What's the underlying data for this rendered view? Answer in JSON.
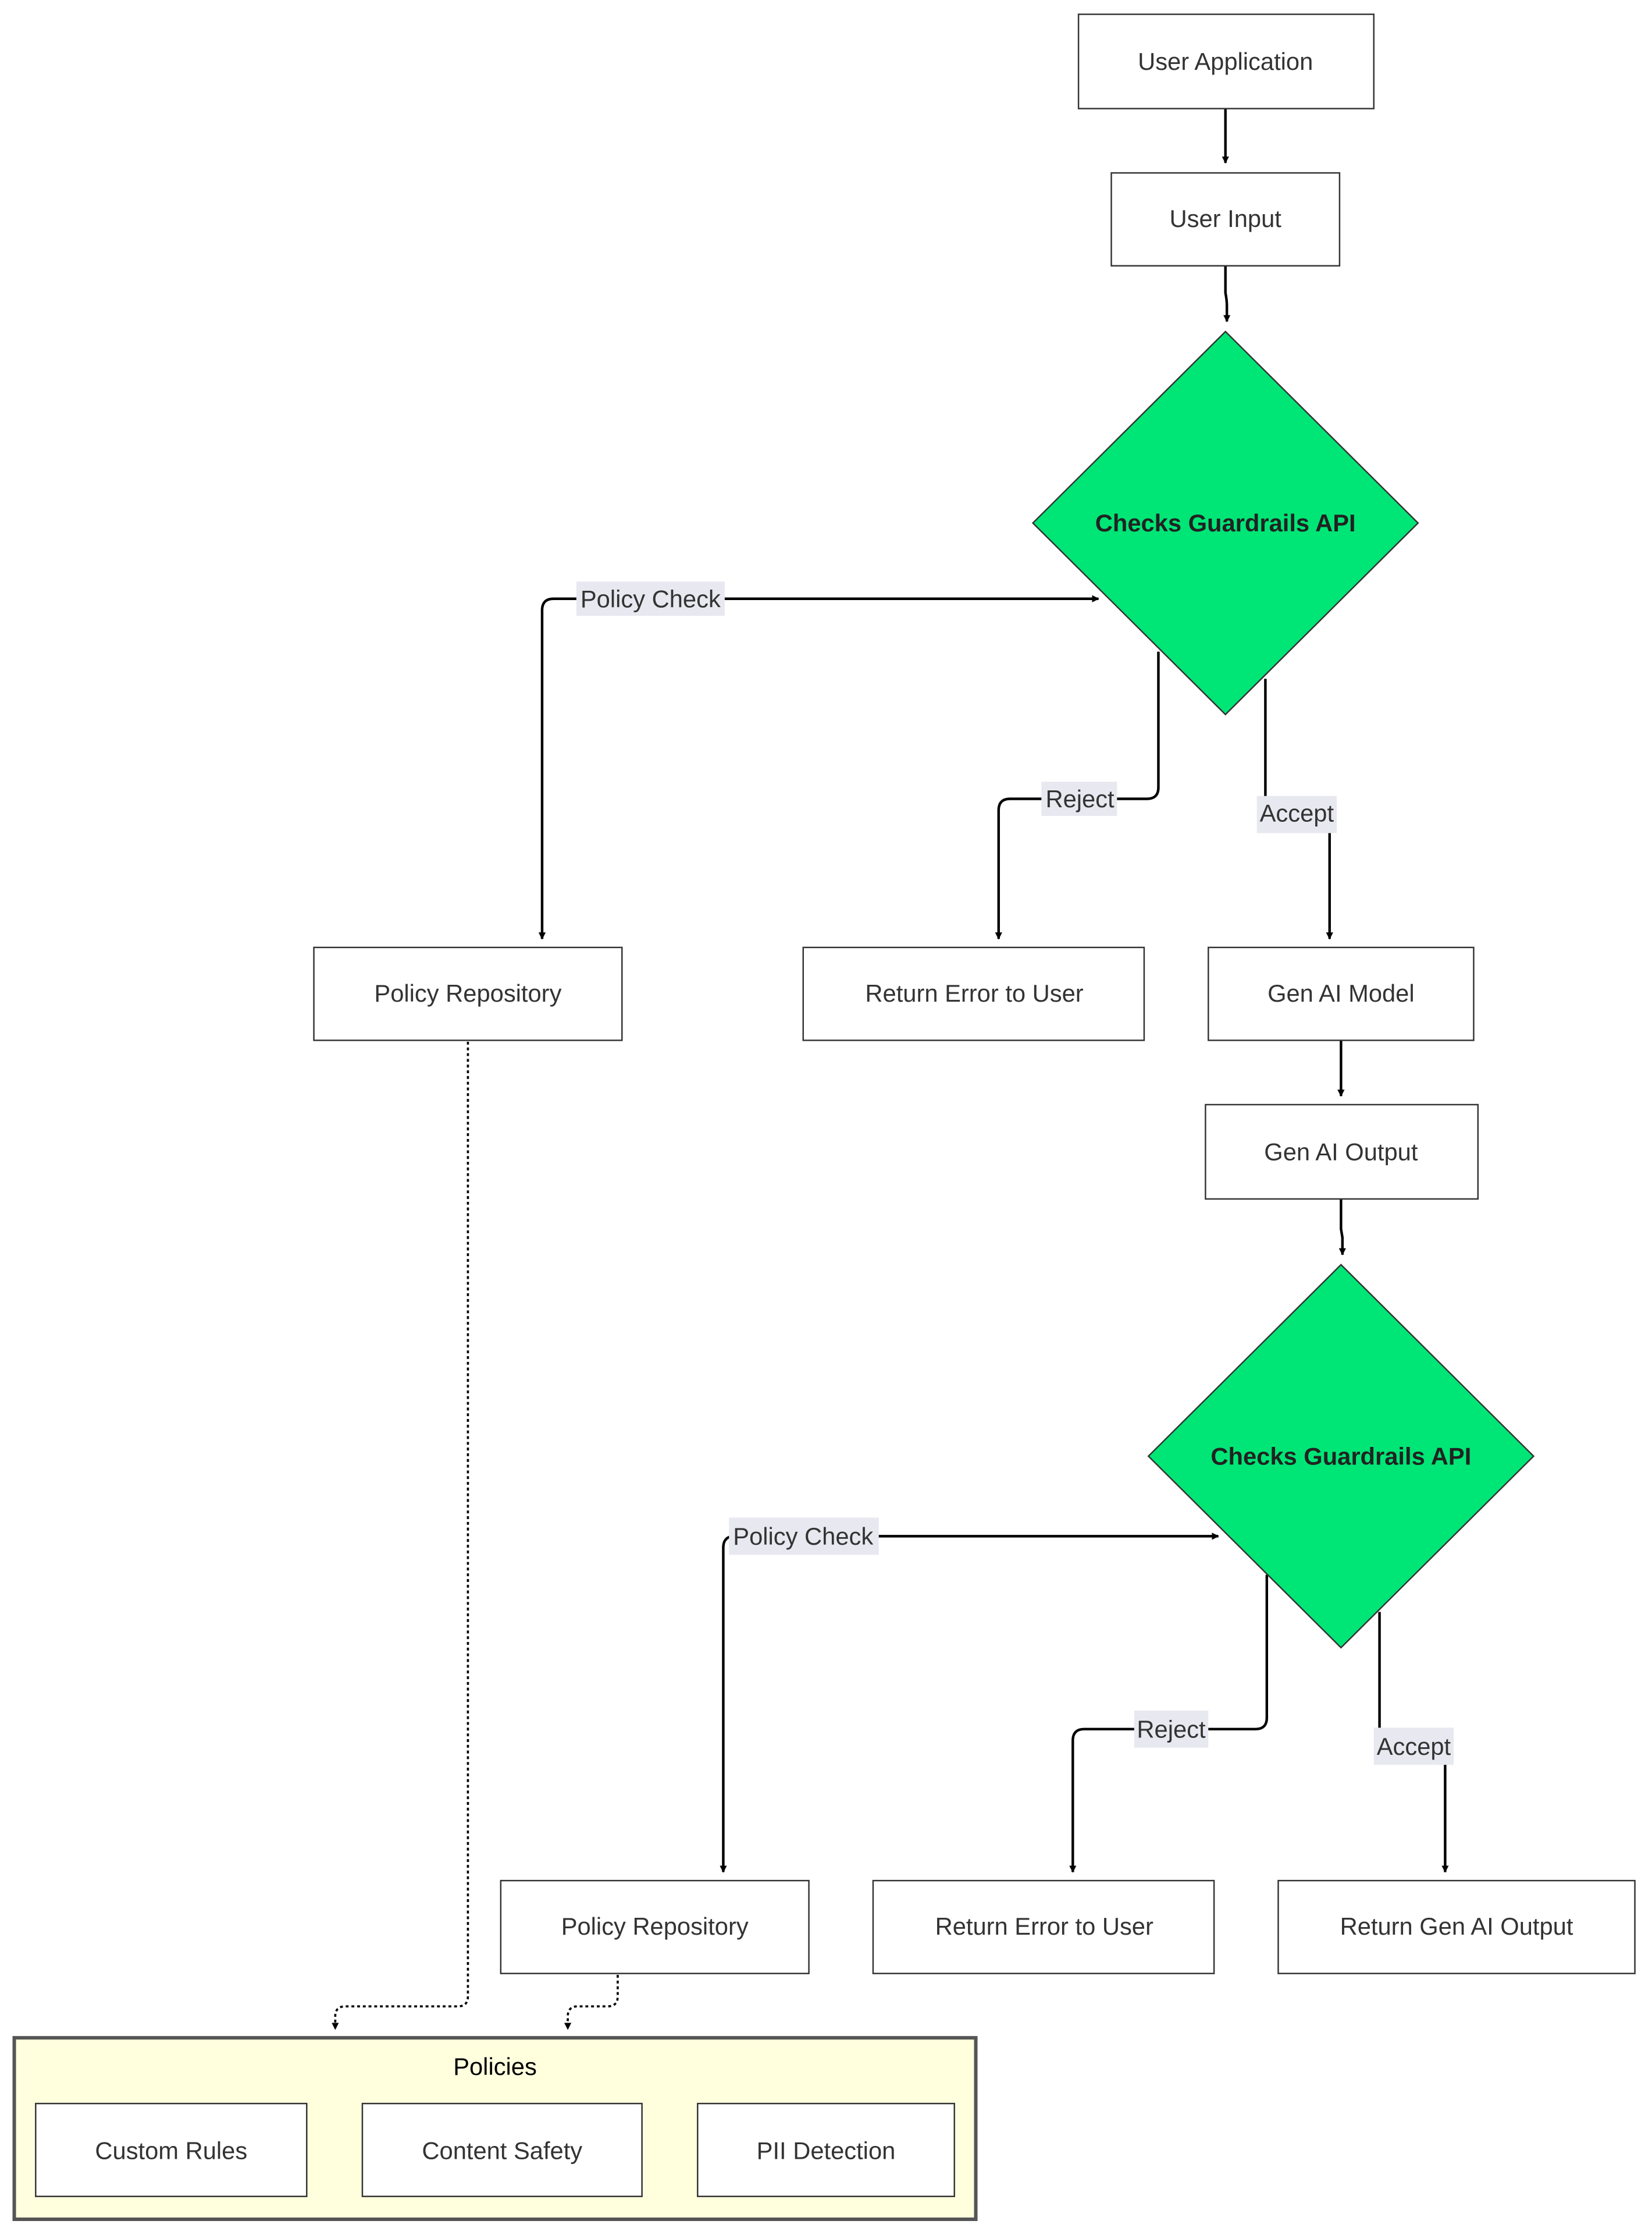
{
  "nodes": {
    "user_application": "User Application",
    "user_input": "User Input",
    "guardrails_input": "Checks Guardrails API",
    "policy_repo_1": "Policy Repository",
    "return_error_1": "Return Error to User",
    "gen_ai_model": "Gen AI Model",
    "gen_ai_output": "Gen AI Output",
    "guardrails_output": "Checks Guardrails API",
    "policy_repo_2": "Policy Repository",
    "return_error_2": "Return Error to User",
    "return_gen_ai_output": "Return Gen AI Output"
  },
  "edge_labels": {
    "policy_check_1": "Policy Check",
    "reject_1": "Reject",
    "accept_1": "Accept",
    "policy_check_2": "Policy Check",
    "reject_2": "Reject",
    "accept_2": "Accept"
  },
  "policies_group": {
    "title": "Policies",
    "items": [
      "Custom Rules",
      "Content Safety",
      "PII Detection"
    ]
  },
  "colors": {
    "decision_fill": "#00e676",
    "group_fill": "#ffffde",
    "edge_label_bg": "#e8e8f0"
  }
}
